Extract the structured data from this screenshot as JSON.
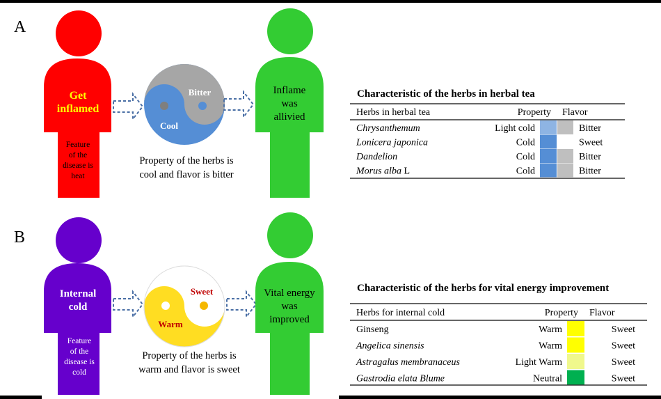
{
  "panel_a": {
    "label": "A",
    "patient": {
      "title_lines": [
        "Get",
        "inflamed"
      ],
      "feature_lines": [
        "Feature",
        "of the",
        "disease is",
        "heat"
      ]
    },
    "yin_yang": {
      "top_label": "Bitter",
      "bottom_label": "Cool"
    },
    "caption_lines": [
      "Property of the herbs is",
      "cool and flavor is bitter"
    ],
    "result_lines": [
      "Inflame",
      "was",
      "allivied"
    ],
    "table": {
      "title": "Characteristic of the herbs in herbal tea",
      "headers": [
        "Herbs in herbal tea",
        "Property",
        "Flavor"
      ],
      "rows": [
        {
          "herb": "Chrysanthemum",
          "herb_suffix": "",
          "property": "Light cold",
          "property_color": "#8eb4e3",
          "flavor": "Bitter",
          "flavor_color": "#bfbfbf"
        },
        {
          "herb": "Lonicera japonica",
          "herb_suffix": "",
          "property": "Cold",
          "property_color": "#558ed5",
          "flavor": "Sweet",
          "flavor_color": "#ffffff"
        },
        {
          "herb": "Dandelion",
          "herb_suffix": "",
          "property": "Cold",
          "property_color": "#558ed5",
          "flavor": "Bitter",
          "flavor_color": "#bfbfbf"
        },
        {
          "herb": "Morus alba",
          "herb_suffix": " L",
          "property": "Cold",
          "property_color": "#558ed5",
          "flavor": "Bitter",
          "flavor_color": "#bfbfbf"
        }
      ]
    }
  },
  "panel_b": {
    "label": "B",
    "patient": {
      "title_lines": [
        "Internal",
        "cold"
      ],
      "feature_lines": [
        "Feature",
        "of the",
        "disease is",
        "cold"
      ]
    },
    "yin_yang": {
      "top_label": "Sweet",
      "bottom_label": "Warm"
    },
    "caption_lines": [
      "Property of the herbs is",
      "warm and flavor is sweet"
    ],
    "result_lines": [
      "Vital energy",
      "was",
      "improved"
    ],
    "table": {
      "title": "Characteristic of the herbs for vital energy improvement",
      "headers": [
        "Herbs for internal cold",
        "Property",
        "Flavor"
      ],
      "rows": [
        {
          "herb": "Ginseng",
          "italic": false,
          "property": "Warm",
          "property_color": "#ffff00",
          "flavor": "Sweet"
        },
        {
          "herb": "Angelica sinensis",
          "italic": true,
          "property": "Warm",
          "property_color": "#ffff00",
          "flavor": "Sweet"
        },
        {
          "herb": "Astragalus membranaceus",
          "italic": true,
          "property": "Light Warm",
          "property_color": "#f0f88c",
          "flavor": "Sweet"
        },
        {
          "herb": "Gastrodia elata Blume",
          "italic": true,
          "property": "Neutral",
          "property_color": "#00b050",
          "flavor": "Sweet"
        }
      ]
    }
  },
  "colors": {
    "red": "#ff0000",
    "green": "#33cc33",
    "purple": "#6600cc",
    "blue": "#558ed5",
    "gray": "#a6a6a6",
    "yellow": "#ffdd22"
  }
}
